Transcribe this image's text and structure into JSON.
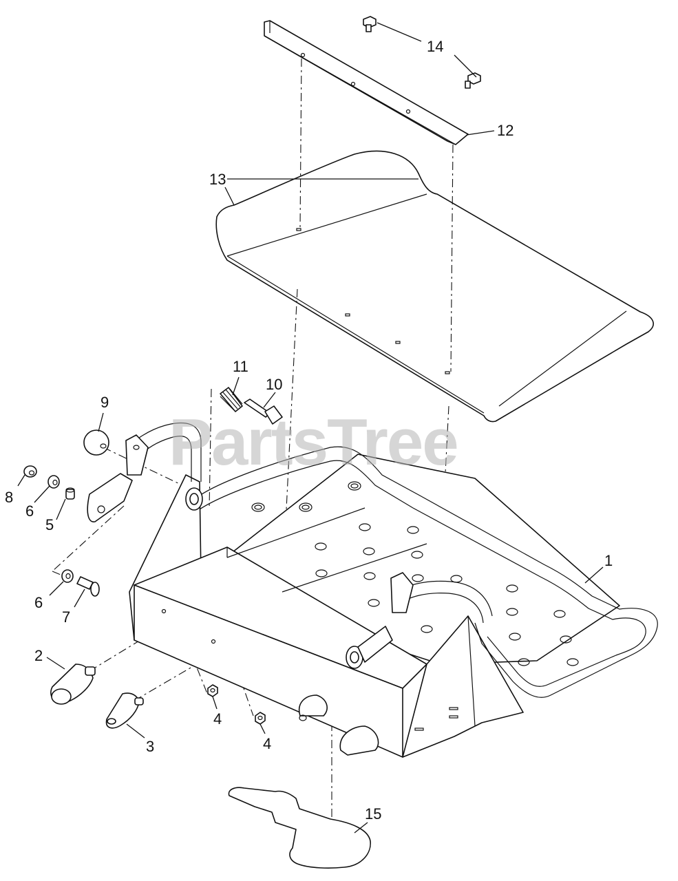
{
  "watermark": "PartsTree",
  "callouts": {
    "c1": "1",
    "c2": "2",
    "c3": "3",
    "c4a": "4",
    "c4b": "4",
    "c5": "5",
    "c6a": "6",
    "c6b": "6",
    "c7": "7",
    "c8": "8",
    "c9": "9",
    "c10": "10",
    "c11": "11",
    "c12": "12",
    "c13": "13",
    "c14": "14",
    "c15": "15"
  },
  "colors": {
    "line": "#111111",
    "watermark": "#b5b5b5",
    "background": "#ffffff"
  }
}
